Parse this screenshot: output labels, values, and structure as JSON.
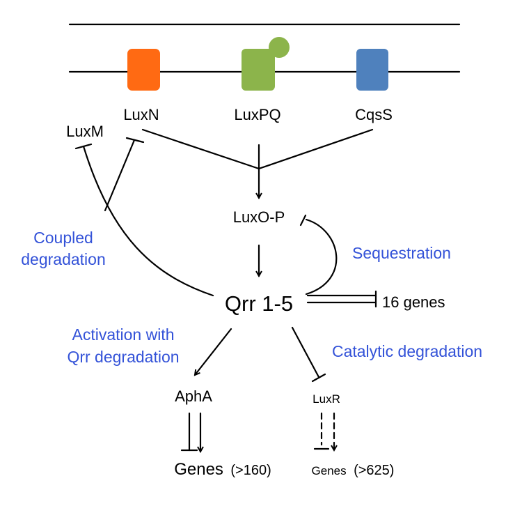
{
  "receptors": {
    "luxn": {
      "label": "LuxN",
      "color": "#ff6a13"
    },
    "luxpq": {
      "label": "LuxPQ",
      "color": "#8cb44b"
    },
    "cqss": {
      "label": "CqsS",
      "color": "#4f81bd"
    }
  },
  "nodes": {
    "luxm": "LuxM",
    "luxo_p": "LuxO-P",
    "qrr": "Qrr 1-5",
    "genes16": "16 genes",
    "apha": "AphA",
    "luxr": "LuxR",
    "genes_apha": "Genes",
    "genes_apha_count": "(>160)",
    "genes_luxr": "Genes",
    "genes_luxr_count": "(>625)"
  },
  "annotations": {
    "coupled_1": "Coupled",
    "coupled_2": "degradation",
    "sequestration": "Sequestration",
    "activation_1": "Activation with",
    "activation_2": "Qrr degradation",
    "catalytic": "Catalytic degradation"
  },
  "colors": {
    "annotation": "#3352d8",
    "line": "#000000"
  }
}
